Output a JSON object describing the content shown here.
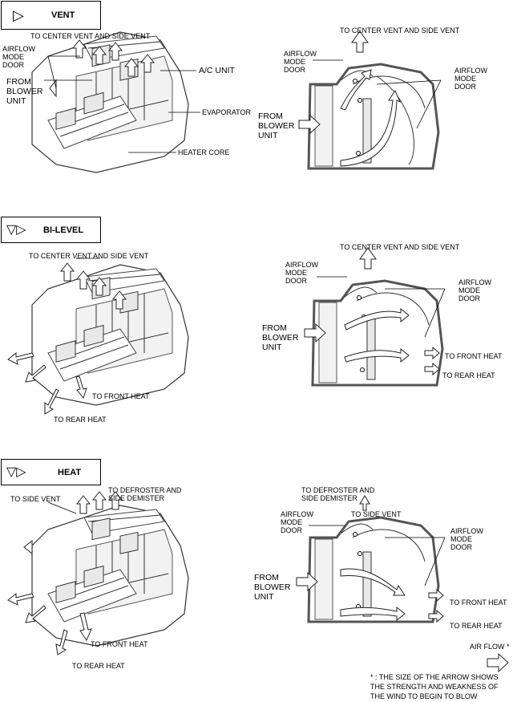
{
  "vent": {
    "mode_label": "VENT",
    "iso": {
      "to_center_vent": "TO CENTER VENT AND SIDE VENT",
      "airflow_mode_door": "AIRFLOW\nMODE\nDOOR",
      "from_blower_unit": "FROM\nBLOWER\nUNIT",
      "ac_unit": "A/C UNIT",
      "evaporator": "EVAPORATOR",
      "heater_core": "HEATER CORE"
    },
    "cut": {
      "to_center_vent": "TO CENTER VENT AND SIDE VENT",
      "airflow_mode_door_left": "AIRFLOW\nMODE\nDOOR",
      "airflow_mode_door_right": "AIRFLOW\nMODE\nDOOR",
      "from_blower_unit": "FROM\nBLOWER\nUNIT"
    }
  },
  "bilevel": {
    "mode_label": "BI-LEVEL",
    "iso": {
      "to_center_vent": "TO CENTER VENT AND SIDE VENT",
      "to_front_heat": "TO FRONT HEAT",
      "to_rear_heat": "TO REAR HEAT"
    },
    "cut": {
      "to_center_vent": "TO CENTER VENT AND SIDE VENT",
      "airflow_mode_door_left": "AIRFLOW\nMODE\nDOOR",
      "airflow_mode_door_right": "AIRFLOW\nMODE\nDOOR",
      "from_blower_unit": "FROM\nBLOWER\nUNIT",
      "to_front_heat": "TO FRONT HEAT",
      "to_rear_heat": "TO REAR HEAT"
    }
  },
  "heat": {
    "mode_label": "HEAT",
    "iso": {
      "to_side_vent": "TO SIDE VENT",
      "to_defroster": "TO DEFROSTER AND\nSIDE DEMISTER",
      "to_front_heat": "TO FRONT HEAT",
      "to_rear_heat": "TO REAR HEAT"
    },
    "cut": {
      "to_defroster": "TO DEFROSTER AND\nSIDE DEMISTER",
      "airflow_mode_door_left": "AIRFLOW\nMODE\nDOOR",
      "to_side_vent": "TO SIDE VENT",
      "airflow_mode_door_right": "AIRFLOW\nMODE\nDOOR",
      "from_blower_unit": "FROM\nBLOWER\nUNIT",
      "to_front_heat": "TO FRONT HEAT",
      "to_rear_heat": "TO REAR HEAT"
    }
  },
  "legend": {
    "air_flow": "AIR FLOW *",
    "note": "* : THE SIZE OF THE ARROW SHOWS\nTHE STRENGTH AND WEAKNESS OF\nTHE WIND TO BEGIN TO BLOW"
  }
}
